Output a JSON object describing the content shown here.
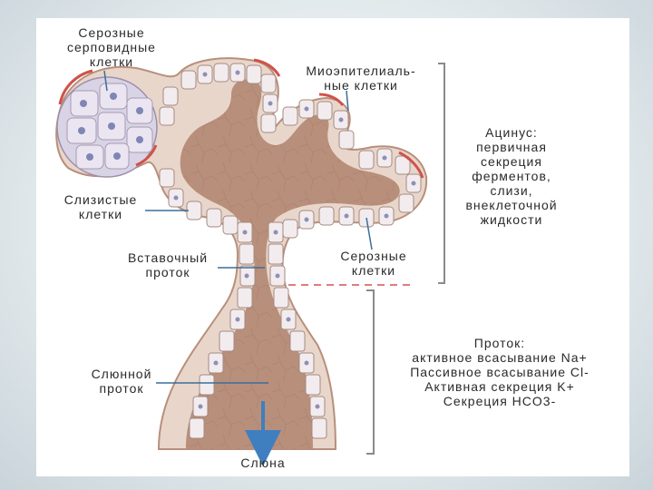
{
  "labels": {
    "serous_demilune": [
      "Серозные",
      "серповидные",
      "клетки"
    ],
    "myoepithelial": [
      "Миоэпителиаль-",
      "ные клетки"
    ],
    "acinus": [
      "Ацинус:",
      "первичная",
      "секреция",
      "ферментов,",
      "слизи,",
      "внеклеточной",
      "жидкости"
    ],
    "mucous_cells": [
      "Слизистые",
      "клетки"
    ],
    "intercalated_duct": [
      "Вставочный",
      "проток"
    ],
    "serous_cells": [
      "Серозные",
      "клетки"
    ],
    "duct": [
      "Проток:",
      "активное всасывание Na+",
      "Пассивное всасывание Cl-",
      "Активная секреция K+",
      "Секреция HCO3-"
    ],
    "salivary_duct": [
      "Слюнной",
      "проток"
    ],
    "saliva": "Слюна"
  },
  "colors": {
    "lumen": "#b88f7b",
    "tissue": "#e9d6cb",
    "cell": "#f2ecef",
    "nucleus": "#8e8fb8",
    "myo": "#d0524a",
    "leader": "#3a6f9a",
    "bracket": "#8a8a8a",
    "arrow": "#3f7fc0",
    "dash": "#d55050"
  }
}
